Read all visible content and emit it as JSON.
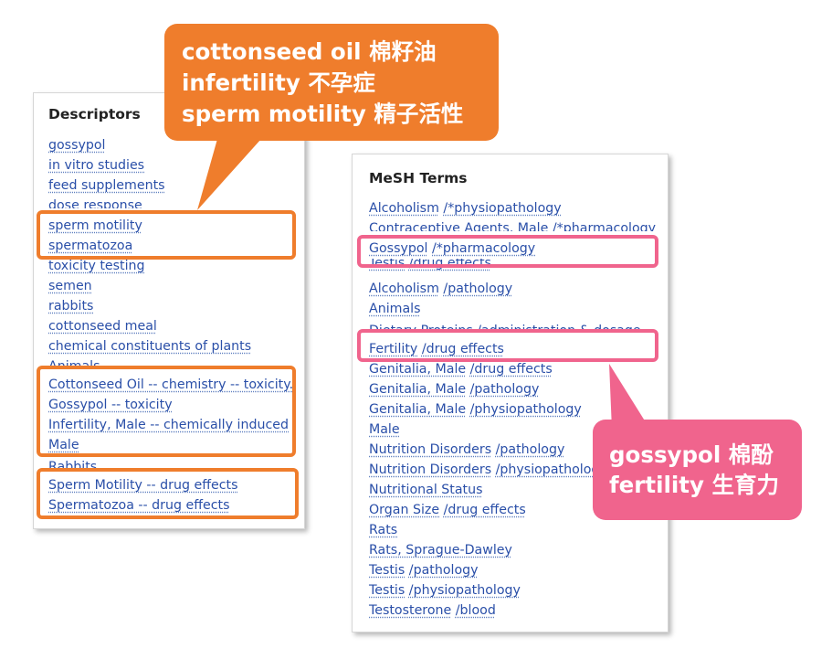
{
  "descriptors": {
    "title": "Descriptors",
    "items": [
      "gossypol",
      "in vitro studies",
      "feed supplements",
      "dose response",
      "sperm motility",
      "spermatozoa",
      "toxicity testing",
      "semen",
      "rabbits",
      "cottonseed meal",
      "chemical constituents of plants",
      "Animals",
      "Cottonseed Oil -- chemistry -- toxicity.",
      "Gossypol -- toxicity",
      "Infertility, Male -- chemically induced",
      "Male",
      "Rabbits",
      "Sperm Motility -- drug effects",
      "Spermatozoa -- drug effects"
    ]
  },
  "mesh": {
    "title": "MeSH Terms",
    "items": [
      {
        "term": "Alcoholism",
        "qualifier": "/*physiopathology"
      },
      {
        "term": "Contraceptive Agents, Male",
        "qualifier": "/*pharmacology"
      },
      {
        "term": "Gossypol",
        "qualifier": "/*pharmacology"
      },
      {
        "term": "Testis",
        "qualifier": "/drug effects"
      },
      {
        "term": "Alcoholism",
        "qualifier": "/pathology"
      },
      {
        "term": "Animals",
        "qualifier": ""
      },
      {
        "term": "Dietary Proteins",
        "qualifier": "/administration & dosage"
      },
      {
        "term": "Fertility",
        "qualifier": "/drug effects"
      },
      {
        "term": "Genitalia, Male",
        "qualifier": "/drug effects"
      },
      {
        "term": "Genitalia, Male",
        "qualifier": "/pathology"
      },
      {
        "term": "Genitalia, Male",
        "qualifier": "/physiopathology"
      },
      {
        "term": "Male",
        "qualifier": ""
      },
      {
        "term": "Nutrition Disorders",
        "qualifier": "/pathology"
      },
      {
        "term": "Nutrition Disorders",
        "qualifier": "/physiopathology"
      },
      {
        "term": "Nutritional Status",
        "qualifier": ""
      },
      {
        "term": "Organ Size",
        "qualifier": "/drug effects"
      },
      {
        "term": "Rats",
        "qualifier": ""
      },
      {
        "term": "Rats, Sprague-Dawley",
        "qualifier": ""
      },
      {
        "term": "Testis",
        "qualifier": "/pathology"
      },
      {
        "term": "Testis",
        "qualifier": "/physiopathology"
      },
      {
        "term": "Testosterone",
        "qualifier": "/blood"
      }
    ]
  },
  "callouts": {
    "orange": [
      "cottonseed oil 棉籽油",
      "infertility 不孕症",
      "sperm motility 精子活性"
    ],
    "pink": [
      "gossypol 棉酚",
      "fertility 生育力"
    ]
  },
  "colors": {
    "orange": "#ef7d2c",
    "pink": "#f0648d",
    "link": "#2a4fa8"
  }
}
